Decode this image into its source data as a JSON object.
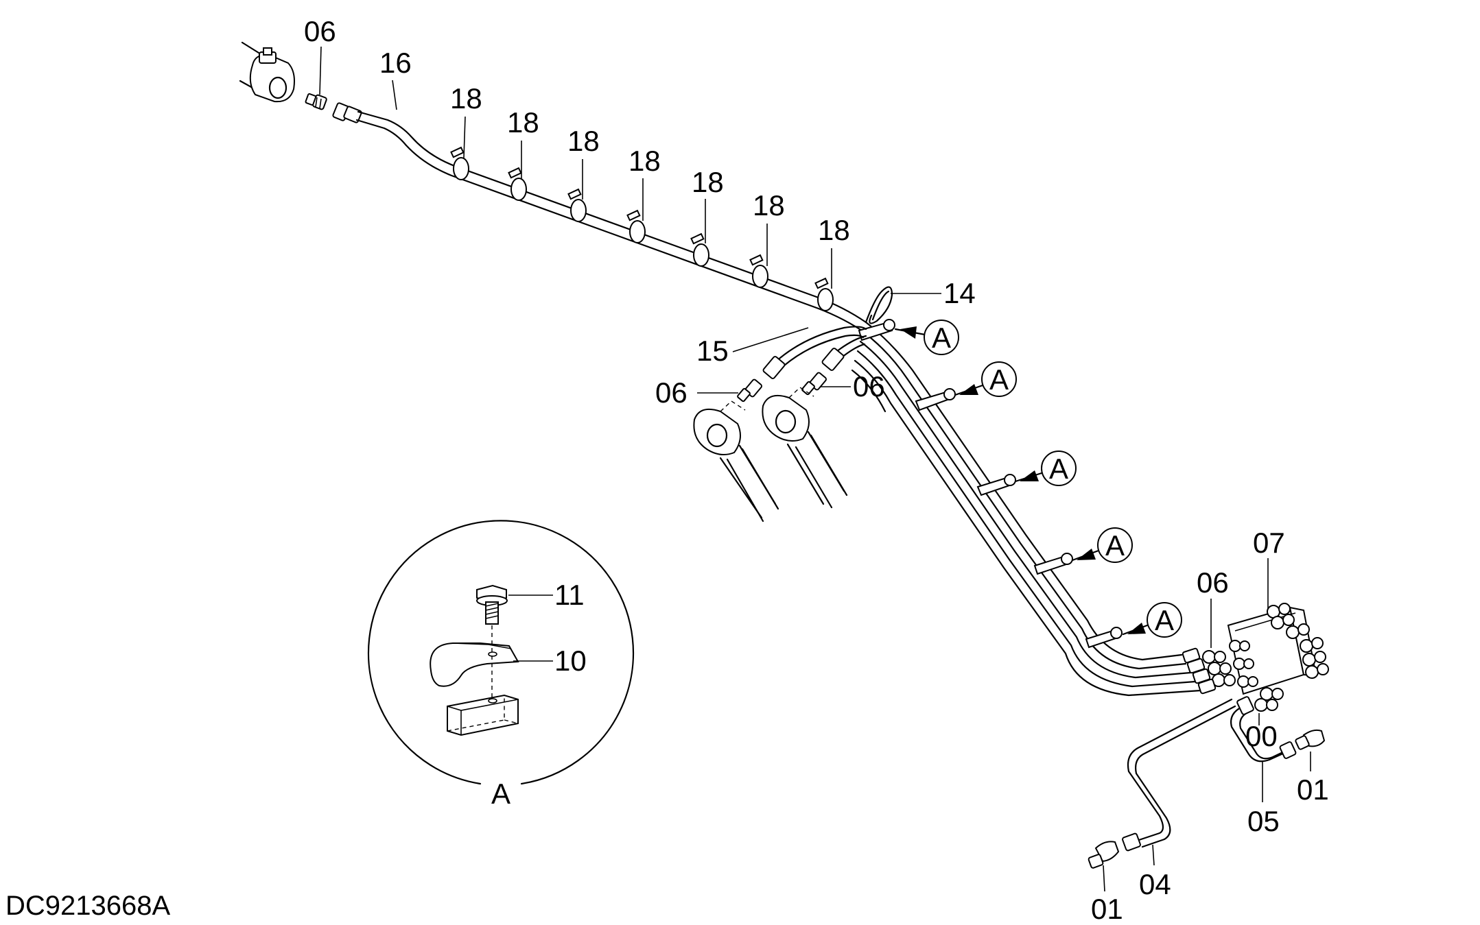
{
  "drawing_code": "DC9213668A",
  "detail": {
    "letter": "A"
  },
  "callouts": {
    "a1": "A",
    "a2": "A",
    "a3": "A",
    "a4": "A",
    "a5": "A"
  },
  "labels": {
    "p06_top": "06",
    "p16": "16",
    "p18_1": "18",
    "p18_2": "18",
    "p18_3": "18",
    "p18_4": "18",
    "p18_5": "18",
    "p18_6": "18",
    "p18_7": "18",
    "p14": "14",
    "p15": "15",
    "p06_left": "06",
    "p06_mid": "06",
    "p11": "11",
    "p10": "10",
    "p07": "07",
    "p06_right": "06",
    "p00": "00",
    "p01_right": "01",
    "p05": "05",
    "p04": "04",
    "p01_bottom": "01"
  }
}
